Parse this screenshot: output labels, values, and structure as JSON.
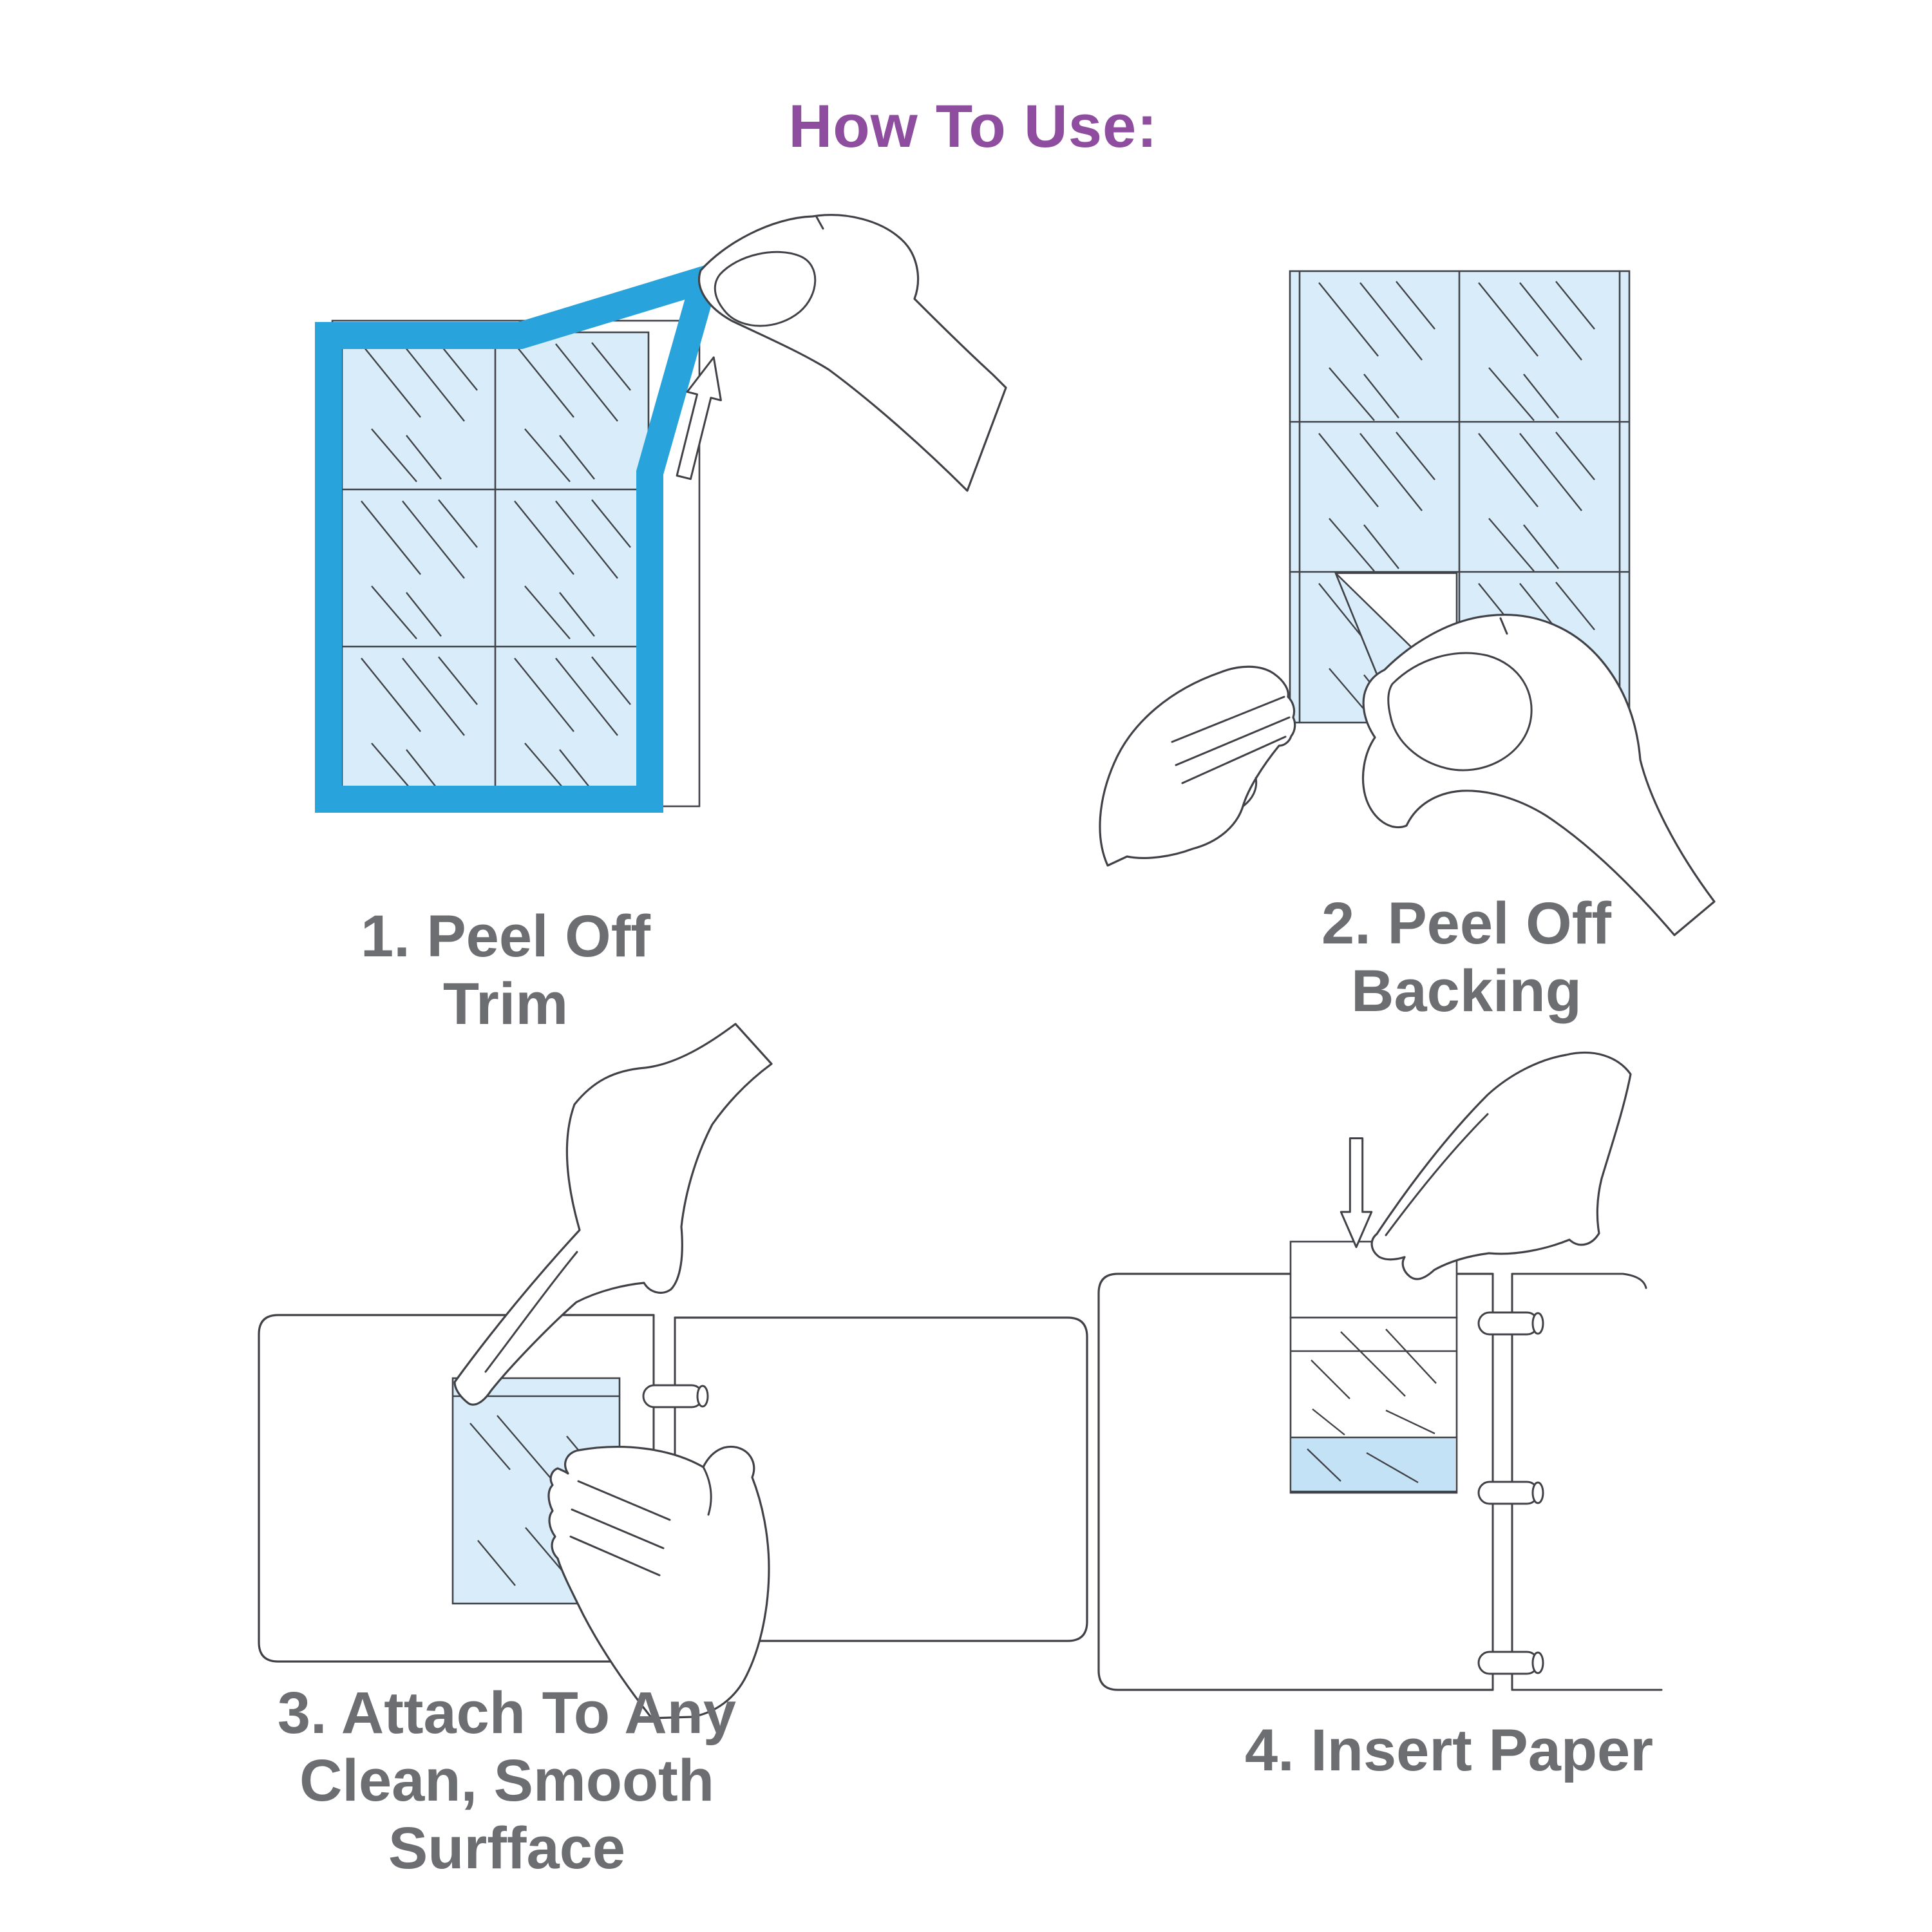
{
  "title": "How To Use:",
  "colors": {
    "accent": "#8e4d9e",
    "caption": "#6d6e71",
    "trim": "#29a3dc",
    "pocket": "#d8edf9",
    "pocket_deep": "#c3e2f5",
    "line": "#404247",
    "paper": "#ffffff"
  },
  "steps": [
    {
      "id": 1,
      "caption_lines": [
        "1. Peel Off",
        "Trim"
      ]
    },
    {
      "id": 2,
      "caption_lines": [
        "2. Peel Off",
        "Backing"
      ]
    },
    {
      "id": 3,
      "caption_lines": [
        "3. Attach To Any",
        "Clean, Smooth",
        "Surfface"
      ]
    },
    {
      "id": 4,
      "caption_lines": [
        "4. Insert Paper"
      ]
    }
  ]
}
